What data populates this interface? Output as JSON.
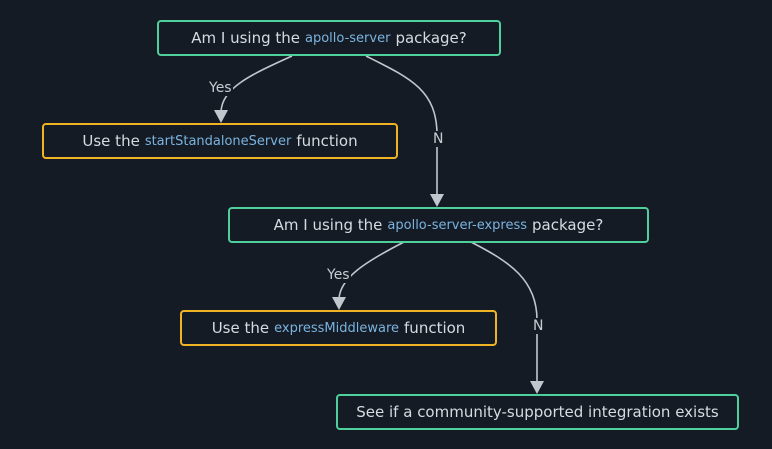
{
  "nodes": {
    "q1": {
      "before": "Am I using the",
      "code": "apollo-server",
      "after": "package?"
    },
    "a1": {
      "before": "Use the",
      "code": "startStandaloneServer",
      "after": "function"
    },
    "q2": {
      "before": "Am I using the",
      "code": "apollo-server-express",
      "after": "package?"
    },
    "a2": {
      "before": "Use the",
      "code": "expressMiddleware",
      "after": "function"
    },
    "a3": {
      "text": "See if a community-supported integration exists"
    }
  },
  "edges": {
    "q1_yes": "Yes",
    "q1_no": "N",
    "q2_yes": "Yes",
    "q2_no": "N"
  },
  "colors": {
    "background": "#151b24",
    "question_border": "#4fcf9c",
    "action_border": "#f0b323",
    "code_text": "#7ab3df",
    "edge": "#c2c7ce"
  }
}
